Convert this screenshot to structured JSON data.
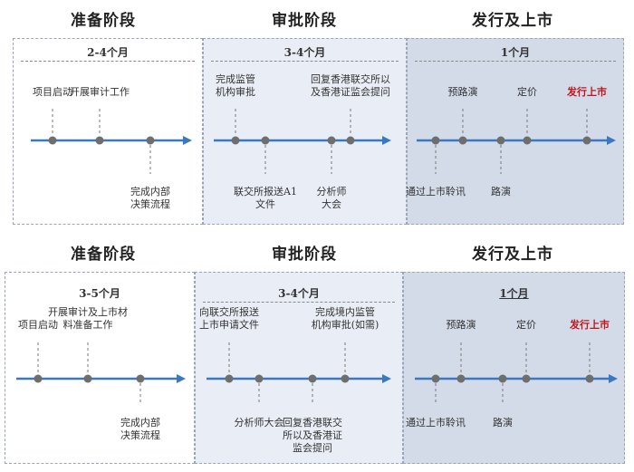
{
  "top": {
    "phases": [
      {
        "title": "准备阶段",
        "duration": "2-4个月",
        "milestones": [
          {
            "label": "项目启动",
            "side": "above"
          },
          {
            "label": "开展审计工作",
            "side": "above"
          },
          {
            "label": "完成内部\n决策流程",
            "side": "below"
          }
        ]
      },
      {
        "title": "审批阶段",
        "duration": "3-4个月",
        "milestones": [
          {
            "label": "完成监管\n机构审批",
            "side": "above"
          },
          {
            "label": "联交所报送A1\n文件",
            "side": "below"
          },
          {
            "label": "分析师\n大会",
            "side": "below"
          },
          {
            "label": "回复香港联交所以\n及香港证监会提问",
            "side": "above"
          }
        ]
      },
      {
        "title": "发行及上市",
        "duration": "1个月",
        "milestones": [
          {
            "label": "通过上市聆讯",
            "side": "below"
          },
          {
            "label": "预路演",
            "side": "above"
          },
          {
            "label": "路演",
            "side": "below"
          },
          {
            "label": "定价",
            "side": "above"
          },
          {
            "label": "发行上市",
            "side": "above",
            "highlight": true
          }
        ]
      }
    ]
  },
  "bottom": {
    "phases": [
      {
        "title": "准备阶段",
        "duration": "3-5个月",
        "milestones": [
          {
            "label": "项目启动",
            "side": "above"
          },
          {
            "label": "开展审计及上市材\n料准备工作",
            "side": "above"
          },
          {
            "label": "完成内部\n决策流程",
            "side": "below"
          }
        ]
      },
      {
        "title": "审批阶段",
        "duration": "3-4个月",
        "milestones": [
          {
            "label": "向联交所报送\n上市申请文件",
            "side": "above"
          },
          {
            "label": "分析师大会",
            "side": "below"
          },
          {
            "label": "回复香港联交\n所以及香港证\n监会提问",
            "side": "below"
          },
          {
            "label": "完成境内监管\n机构审批(如需)",
            "side": "above"
          }
        ]
      },
      {
        "title": "发行及上市",
        "duration": "1个月",
        "milestones": [
          {
            "label": "通过上市聆讯",
            "side": "below"
          },
          {
            "label": "预路演",
            "side": "above"
          },
          {
            "label": "路演",
            "side": "below"
          },
          {
            "label": "定价",
            "side": "above"
          },
          {
            "label": "发行上市",
            "side": "above",
            "highlight": true
          }
        ]
      }
    ]
  },
  "colors": {
    "timeline": "#3a78c2",
    "dot": "#6e6e6e",
    "highlight": "#c0141b"
  }
}
